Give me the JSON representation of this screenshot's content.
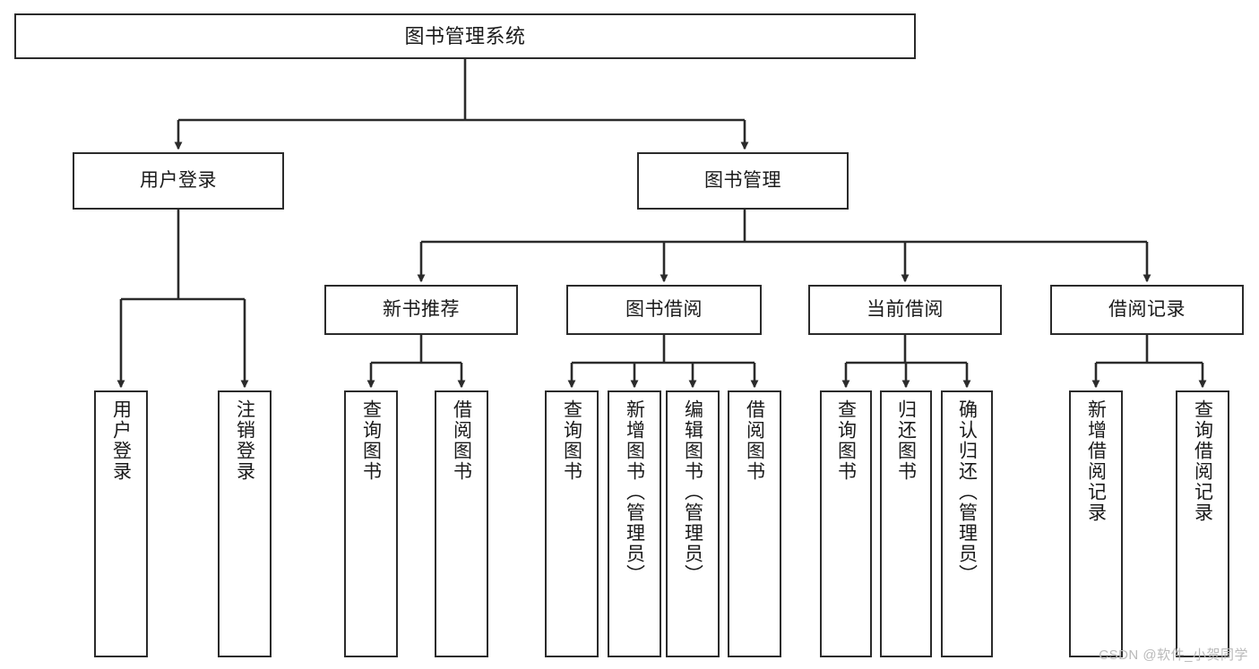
{
  "diagram": {
    "title": "图书管理系统",
    "type": "tree-hierarchy",
    "watermark": "CSDN @软件_小贺同学",
    "colors": {
      "stroke": "#2b2b2b",
      "fill": "#ffffff",
      "text": "#1a1a1a",
      "watermark": "#b9b9b9"
    },
    "nodes": {
      "root": {
        "label": "图书管理系统"
      },
      "level2": [
        {
          "id": "user-login",
          "label": "用户登录"
        },
        {
          "id": "book-manage",
          "label": "图书管理"
        }
      ],
      "level3": [
        {
          "id": "new-book-recommend",
          "label": "新书推荐"
        },
        {
          "id": "book-borrow",
          "label": "图书借阅"
        },
        {
          "id": "current-borrow",
          "label": "当前借阅"
        },
        {
          "id": "borrow-record",
          "label": "借阅记录"
        }
      ],
      "leaves": {
        "user_login": [
          {
            "id": "leaf-user-login",
            "label": "用户登录"
          },
          {
            "id": "leaf-logout",
            "label": "注销登录"
          }
        ],
        "new_book_recommend": [
          {
            "id": "leaf-query-book-1",
            "label": "查询图书"
          },
          {
            "id": "leaf-borrow-book-1",
            "label": "借阅图书"
          }
        ],
        "book_borrow": [
          {
            "id": "leaf-query-book-2",
            "label": "查询图书"
          },
          {
            "id": "leaf-add-book",
            "label": "新增图书（管理员）"
          },
          {
            "id": "leaf-edit-book",
            "label": "编辑图书（管理员）"
          },
          {
            "id": "leaf-borrow-book-2",
            "label": "借阅图书"
          }
        ],
        "current_borrow": [
          {
            "id": "leaf-query-book-3",
            "label": "查询图书"
          },
          {
            "id": "leaf-return-book",
            "label": "归还图书"
          },
          {
            "id": "leaf-confirm-return",
            "label": "确认归还（管理员）"
          }
        ],
        "borrow_record": [
          {
            "id": "leaf-add-record",
            "label": "新增借阅记录"
          },
          {
            "id": "leaf-query-record",
            "label": "查询借阅记录"
          }
        ]
      }
    }
  }
}
